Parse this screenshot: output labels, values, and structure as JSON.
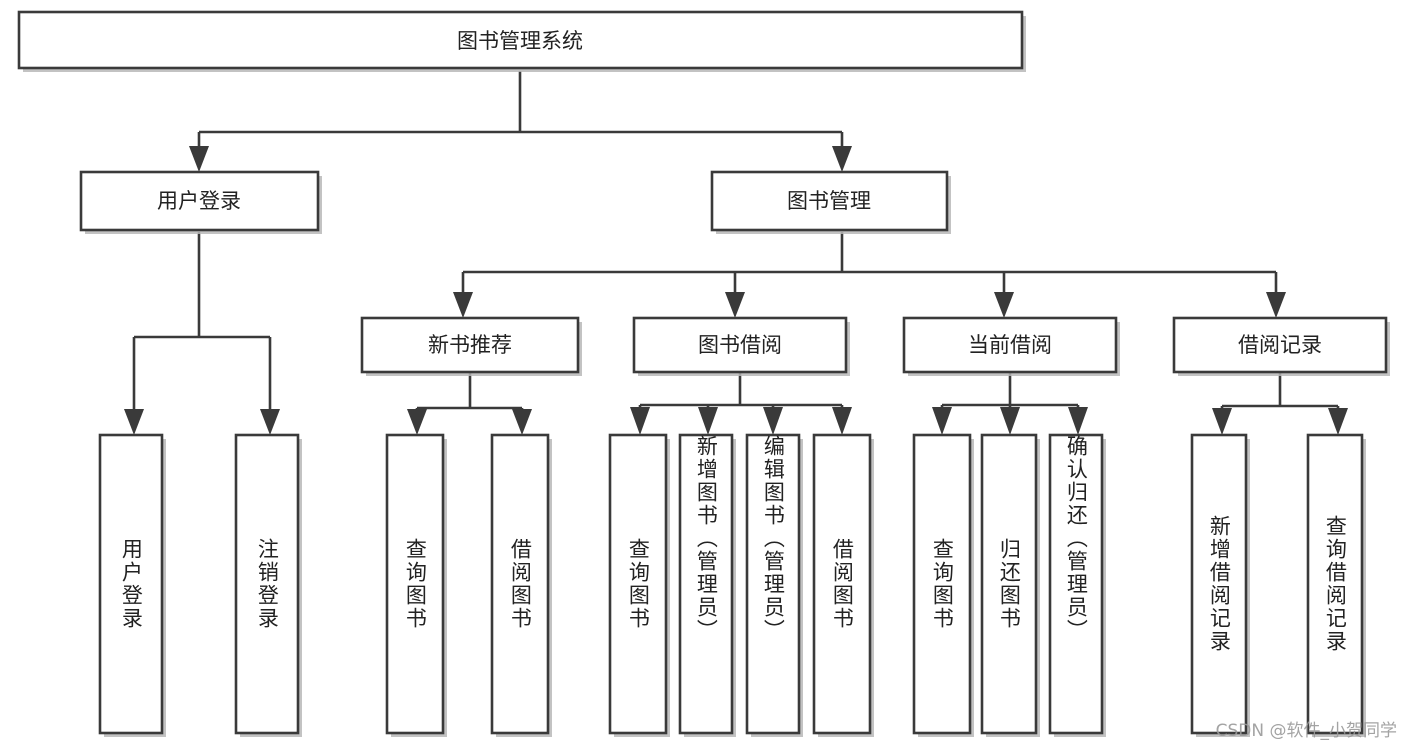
{
  "diagram": {
    "title": "图书管理系统",
    "watermark": "CSDN @软件_小贺同学",
    "colors": {
      "stroke": "#3a3a3a",
      "fill": "#ffffff",
      "text": "#222222",
      "shadow": "#b8b8b8",
      "watermark": "#9a9a9a"
    },
    "root": {
      "label": "图书管理系统"
    },
    "level2": [
      {
        "label": "用户登录"
      },
      {
        "label": "图书管理"
      }
    ],
    "level3": [
      {
        "label": "新书推荐"
      },
      {
        "label": "图书借阅"
      },
      {
        "label": "当前借阅"
      },
      {
        "label": "借阅记录"
      }
    ],
    "leaves": {
      "user_login": [
        {
          "label": "用户登录"
        },
        {
          "label": "注销登录"
        }
      ],
      "new_book_recommend": [
        {
          "label": "查询图书"
        },
        {
          "label": "借阅图书"
        }
      ],
      "book_borrow": [
        {
          "label": "查询图书"
        },
        {
          "label": "新增图书（管理员）"
        },
        {
          "label": "编辑图书（管理员）"
        },
        {
          "label": "借阅图书"
        }
      ],
      "current_borrow": [
        {
          "label": "查询图书"
        },
        {
          "label": "归还图书"
        },
        {
          "label": "确认归还（管理员）"
        }
      ],
      "borrow_record": [
        {
          "label": "新增借阅记录"
        },
        {
          "label": "查询借阅记录"
        }
      ]
    }
  }
}
